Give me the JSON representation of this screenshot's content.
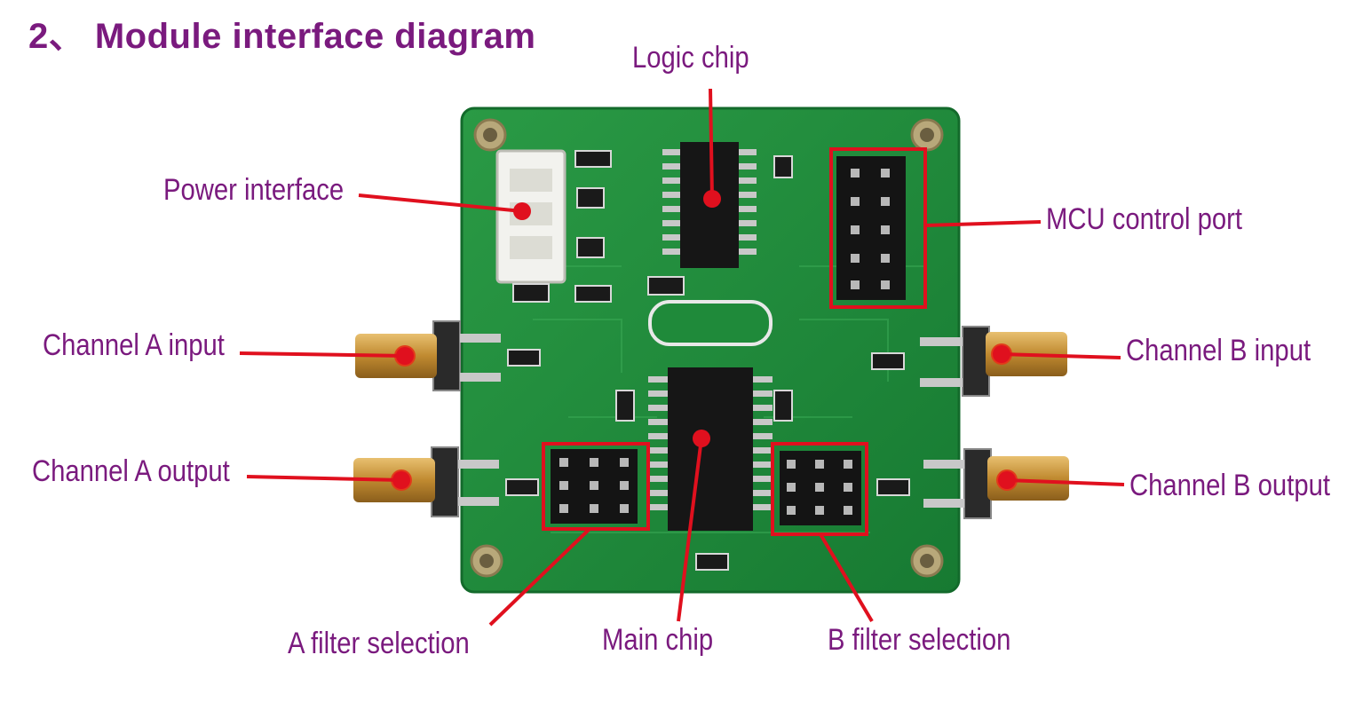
{
  "title": "2、 Module interface diagram",
  "callouts": {
    "logic_chip": "Logic chip",
    "power_interface": "Power interface",
    "mcu_control_port": "MCU control port",
    "channel_a_input": "Channel A input",
    "channel_b_input": "Channel B input",
    "channel_a_output": "Channel A output",
    "channel_b_output": "Channel B output",
    "a_filter_selection": "A filter selection",
    "main_chip": "Main chip",
    "b_filter_selection": "B filter selection"
  },
  "colors": {
    "label_text": "#7a1a7e",
    "leader_line": "#e0101e",
    "pcb_green": "#1f8a3a",
    "connector_gold": "#c8953a"
  }
}
